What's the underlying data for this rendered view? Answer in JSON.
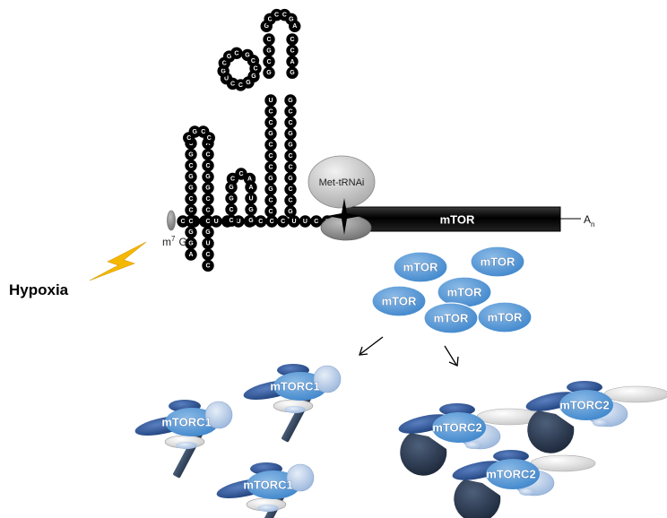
{
  "labels": {
    "met_trna": "Met-tRNAi",
    "mtor_gene": "mTOR",
    "polya_base": "A",
    "polya_sub": "n",
    "cap_base": "m",
    "cap_sup": "7",
    "cap_g": "G",
    "hypoxia": "Hypoxia",
    "mtor_protein": "mTOR",
    "mtorc1": "mTORC1",
    "mtorc2": "mTORC2"
  },
  "rna": {
    "linear": "CUCUCUUCCCUUCC",
    "hairpin_small": "GGCCAUGGA",
    "hairpin_tall_left": "CGCGGCCCGGA",
    "hairpin_tall_right": "ACCGGCCCGUCC",
    "stem_mid_left": "UCCGCCCGGCC",
    "stem_mid_right": "GCCGGCCGCCG",
    "side_loop": "GCCGGCCUGCGC",
    "top_loop": "GCCCGACUCCCAG"
  },
  "colors": {
    "mtor_blue": "#5b9bd5",
    "complex_dark": "#2a4a7a",
    "raptor_light": "#b8cce4",
    "ribosome_grey": "#a6a6a6",
    "lightning": "#f5b800"
  }
}
